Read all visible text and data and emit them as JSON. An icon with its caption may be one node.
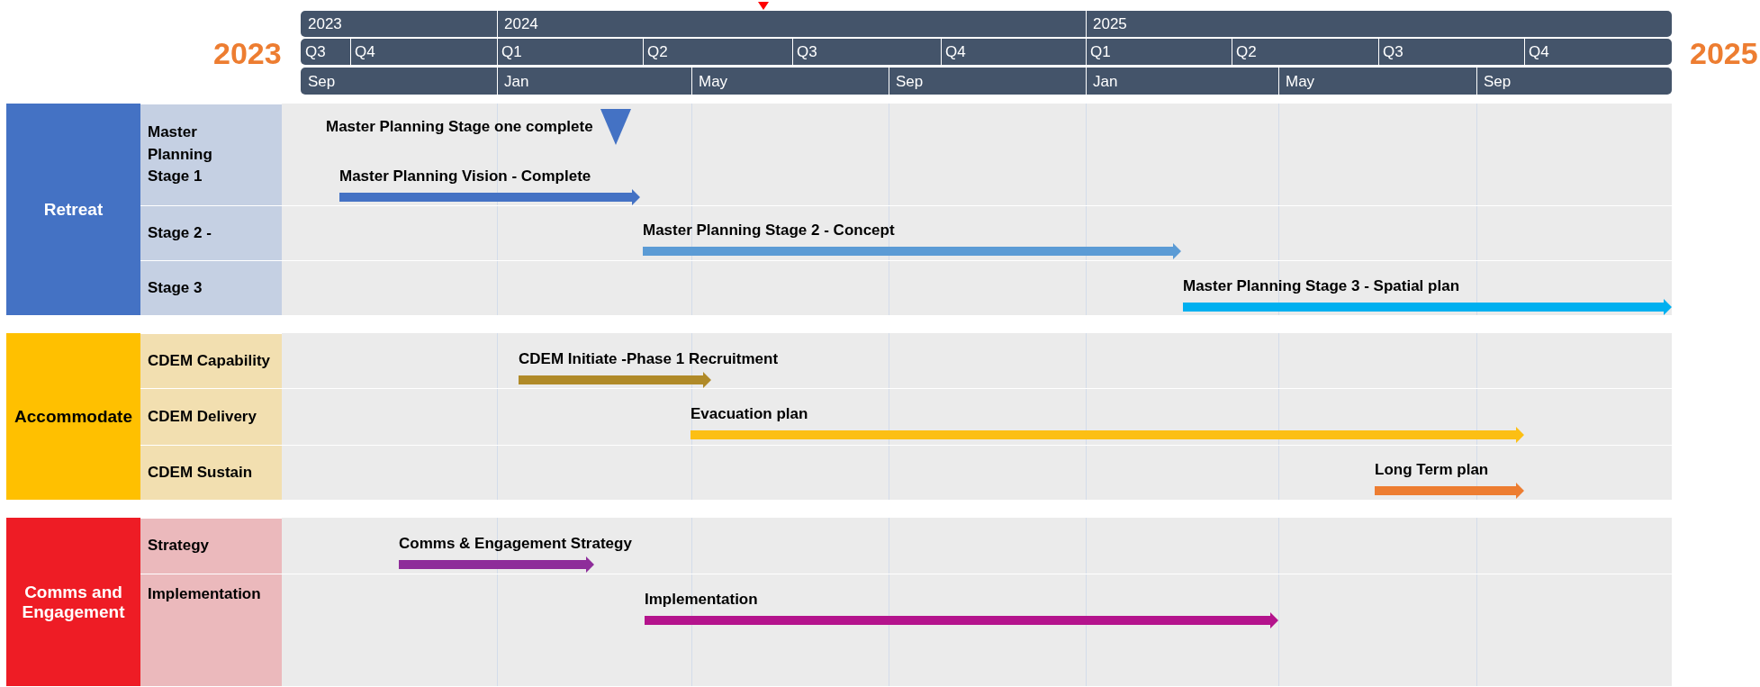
{
  "diagram": {
    "nodes": [
      {
        "text": [
          "Retreat"
        ]
      },
      {
        "text": [
          "Master Planning Stage 1"
        ]
      },
      {
        "text": [
          "Stage 2 -"
        ]
      },
      {
        "text": [
          "Stage 3"
        ]
      },
      {
        "text": [
          "Accommodate"
        ]
      },
      {
        "text": [
          "CDEM Capability"
        ]
      },
      {
        "text": [
          "CDEM Delivery"
        ]
      },
      {
        "text": [
          "CDEM Sustain"
        ]
      },
      {
        "text": [
          "Comms and Engagement"
        ]
      },
      {
        "text": [
          "Strategy"
        ]
      },
      {
        "text": [
          "Implementation"
        ]
      },
      {
        "text": [
          "Master Planning Stage one complete"
        ]
      },
      {
        "text": [
          "Master Planning Vision - Complete"
        ]
      },
      {
        "text": [
          "Master Planning Stage 2 - Concept"
        ]
      },
      {
        "text": [
          "Master Planning Stage 3 - Spatial plan"
        ]
      },
      {
        "text": [
          "CDEM Initiate -Phase 1 Recruitment"
        ]
      },
      {
        "text": [
          "Evacuation plan"
        ]
      },
      {
        "text": [
          "Long Term plan"
        ]
      },
      {
        "text": [
          "Comms & Engagement Strategy"
        ]
      },
      {
        "text": [
          "Implementation"
        ]
      }
    ],
    "edges": [],
    "labels": [
      "2023",
      "2024",
      "2025",
      "2023",
      "Q3",
      "Q4",
      "Q1",
      "Q2",
      "Q3",
      "Q4",
      "Q1",
      "Q2",
      "Q3",
      "Q4",
      "2025",
      "Sep",
      "Jan",
      "May",
      "Sep",
      "Jan",
      "May",
      "Sep"
    ]
  }
}
